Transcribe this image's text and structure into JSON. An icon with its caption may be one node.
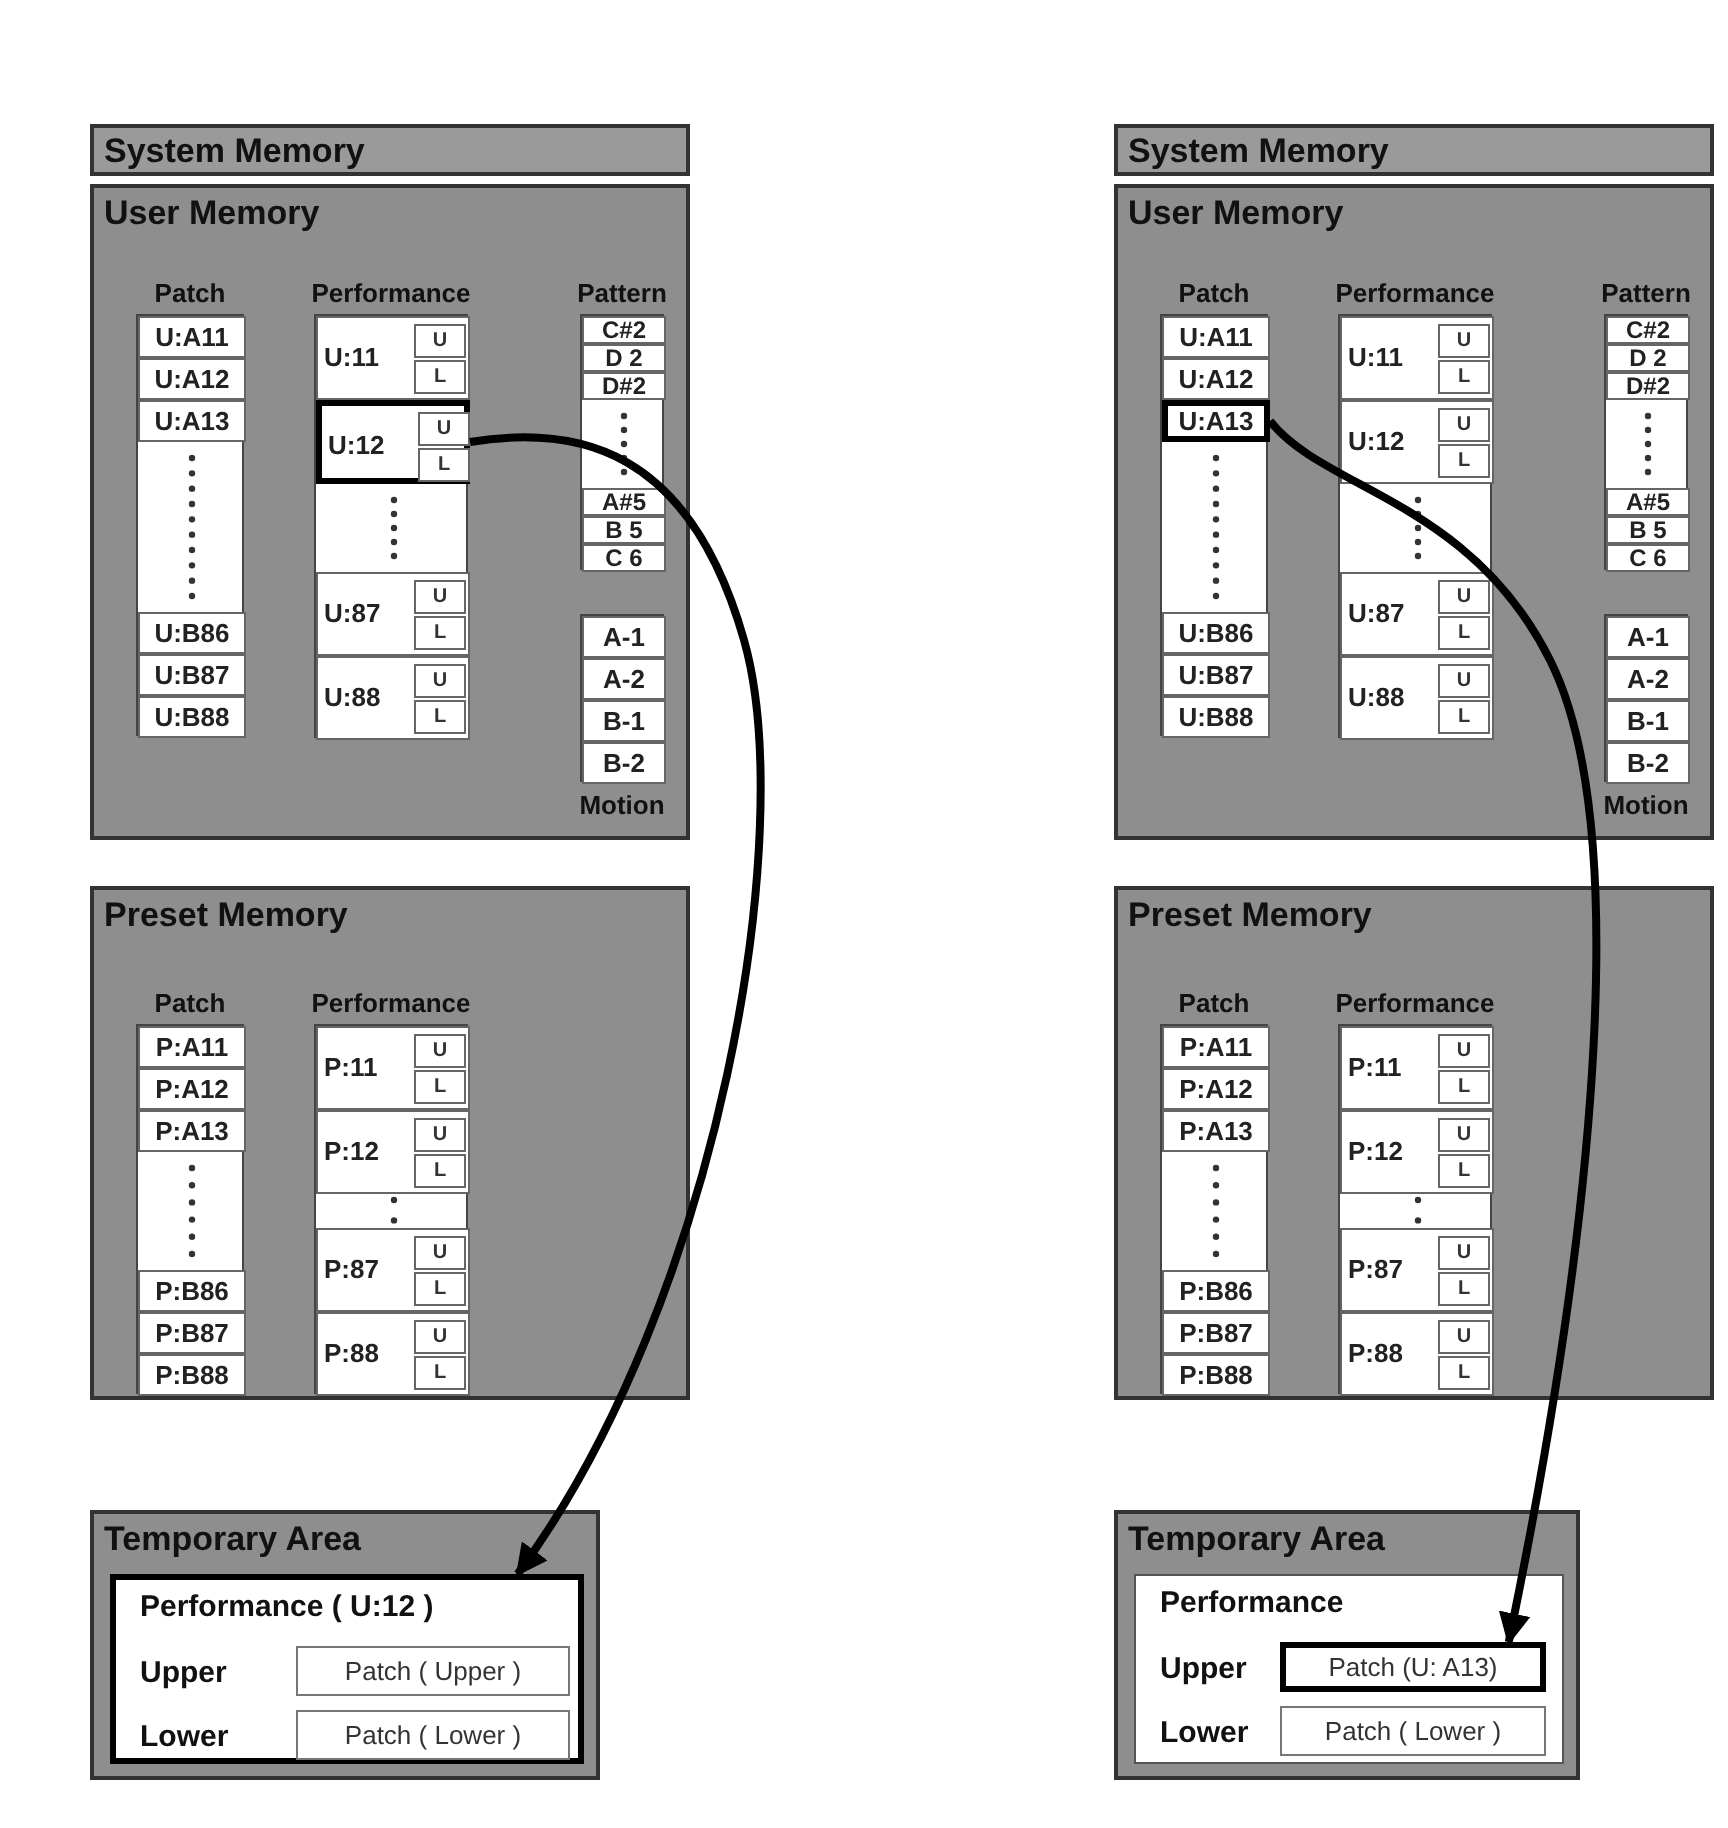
{
  "diagram": {
    "nodes": [
      {
        "text": [
          "System Memory"
        ]
      },
      {
        "text": [
          "User Memory"
        ]
      },
      {
        "text": [
          "Patch"
        ],
        "in": 1
      },
      {
        "text": [
          "U:A11"
        ],
        "in": 2
      },
      {
        "text": [
          "U:A12"
        ],
        "in": 2
      },
      {
        "text": [
          "U:A13"
        ],
        "in": 2
      },
      {
        "text": [
          "U:B86"
        ],
        "in": 2
      },
      {
        "text": [
          "U:B87"
        ],
        "in": 2
      },
      {
        "text": [
          "U:B88"
        ],
        "in": 2
      },
      {
        "text": [
          "Performance"
        ],
        "in": 1
      },
      {
        "text": [
          "U:11"
        ],
        "in": 9
      },
      {
        "text": [
          "U"
        ],
        "in": 10
      },
      {
        "text": [
          "L"
        ],
        "in": 10
      },
      {
        "text": [
          "U:12"
        ],
        "in": 9
      },
      {
        "text": [
          "U"
        ],
        "in": 13
      },
      {
        "text": [
          "L"
        ],
        "in": 13
      },
      {
        "text": [
          "U:87"
        ],
        "in": 9
      },
      {
        "text": [
          "U"
        ],
        "in": 16
      },
      {
        "text": [
          "L"
        ],
        "in": 16
      },
      {
        "text": [
          "U:88"
        ],
        "in": 9
      },
      {
        "text": [
          "U"
        ],
        "in": 19
      },
      {
        "text": [
          "L"
        ],
        "in": 19
      },
      {
        "text": [
          "Pattern"
        ],
        "in": 1
      },
      {
        "text": [
          "C#2"
        ],
        "in": 22
      },
      {
        "text": [
          "D 2"
        ],
        "in": 22
      },
      {
        "text": [
          "D#2"
        ],
        "in": 22
      },
      {
        "text": [
          "A#5"
        ],
        "in": 22
      },
      {
        "text": [
          "B 5"
        ],
        "in": 22
      },
      {
        "text": [
          "C 6"
        ],
        "in": 22
      },
      {
        "text": [
          "Motion"
        ],
        "in": 1
      },
      {
        "text": [
          "A-1"
        ],
        "in": 29
      },
      {
        "text": [
          "A-2"
        ],
        "in": 29
      },
      {
        "text": [
          "B-1"
        ],
        "in": 29
      },
      {
        "text": [
          "B-2"
        ],
        "in": 29
      },
      {
        "text": [
          "Preset Memory"
        ]
      },
      {
        "text": [
          "Patch"
        ],
        "in": 34
      },
      {
        "text": [
          "P:A11"
        ],
        "in": 35
      },
      {
        "text": [
          "P:A12"
        ],
        "in": 35
      },
      {
        "text": [
          "P:A13"
        ],
        "in": 35
      },
      {
        "text": [
          "P:B86"
        ],
        "in": 35
      },
      {
        "text": [
          "P:B87"
        ],
        "in": 35
      },
      {
        "text": [
          "P:B88"
        ],
        "in": 35
      },
      {
        "text": [
          "Performance"
        ],
        "in": 34
      },
      {
        "text": [
          "P:11"
        ],
        "in": 42
      },
      {
        "text": [
          "U"
        ],
        "in": 43
      },
      {
        "text": [
          "L"
        ],
        "in": 43
      },
      {
        "text": [
          "P:12"
        ],
        "in": 42
      },
      {
        "text": [
          "U"
        ],
        "in": 46
      },
      {
        "text": [
          "L"
        ],
        "in": 46
      },
      {
        "text": [
          "P:87"
        ],
        "in": 42
      },
      {
        "text": [
          "U"
        ],
        "in": 49
      },
      {
        "text": [
          "L"
        ],
        "in": 49
      },
      {
        "text": [
          "P:88"
        ],
        "in": 42
      },
      {
        "text": [
          "U"
        ],
        "in": 52
      },
      {
        "text": [
          "L"
        ],
        "in": 52
      },
      {
        "text": [
          "Temporary Area"
        ]
      },
      {
        "text": [
          "Performance ( U:12 )"
        ],
        "in": 55
      },
      {
        "text": [
          "Patch ( Upper )"
        ],
        "in": 56,
        "beside": [
          "Upper"
        ]
      },
      {
        "text": [
          "Patch ( Lower )"
        ],
        "in": 56,
        "beside": [
          "Lower"
        ]
      },
      {
        "text": [
          "System Memory"
        ]
      },
      {
        "text": [
          "User Memory"
        ]
      },
      {
        "text": [
          "Patch"
        ],
        "in": 60
      },
      {
        "text": [
          "U:A11"
        ],
        "in": 61
      },
      {
        "text": [
          "U:A12"
        ],
        "in": 61
      },
      {
        "text": [
          "U:A13"
        ],
        "in": 61
      },
      {
        "text": [
          "U:B86"
        ],
        "in": 61
      },
      {
        "text": [
          "U:B87"
        ],
        "in": 61
      },
      {
        "text": [
          "U:B88"
        ],
        "in": 61
      },
      {
        "text": [
          "Performance"
        ],
        "in": 60
      },
      {
        "text": [
          "U:11"
        ],
        "in": 68
      },
      {
        "text": [
          "U"
        ],
        "in": 69
      },
      {
        "text": [
          "L"
        ],
        "in": 69
      },
      {
        "text": [
          "U:12"
        ],
        "in": 68
      },
      {
        "text": [
          "U"
        ],
        "in": 72
      },
      {
        "text": [
          "L"
        ],
        "in": 72
      },
      {
        "text": [
          "U:87"
        ],
        "in": 68
      },
      {
        "text": [
          "U"
        ],
        "in": 75
      },
      {
        "text": [
          "L"
        ],
        "in": 75
      },
      {
        "text": [
          "U:88"
        ],
        "in": 68
      },
      {
        "text": [
          "U"
        ],
        "in": 78
      },
      {
        "text": [
          "L"
        ],
        "in": 78
      },
      {
        "text": [
          "Pattern"
        ],
        "in": 60
      },
      {
        "text": [
          "C#2"
        ],
        "in": 81
      },
      {
        "text": [
          "D 2"
        ],
        "in": 81
      },
      {
        "text": [
          "D#2"
        ],
        "in": 81
      },
      {
        "text": [
          "A#5"
        ],
        "in": 81
      },
      {
        "text": [
          "B 5"
        ],
        "in": 81
      },
      {
        "text": [
          "C 6"
        ],
        "in": 81
      },
      {
        "text": [
          "Motion"
        ],
        "in": 60
      },
      {
        "text": [
          "A-1"
        ],
        "in": 88
      },
      {
        "text": [
          "A-2"
        ],
        "in": 88
      },
      {
        "text": [
          "B-1"
        ],
        "in": 88
      },
      {
        "text": [
          "B-2"
        ],
        "in": 88
      },
      {
        "text": [
          "Preset Memory"
        ]
      },
      {
        "text": [
          "Patch"
        ],
        "in": 93
      },
      {
        "text": [
          "P:A11"
        ],
        "in": 94
      },
      {
        "text": [
          "P:A12"
        ],
        "in": 94
      },
      {
        "text": [
          "P:A13"
        ],
        "in": 94
      },
      {
        "text": [
          "P:B86"
        ],
        "in": 94
      },
      {
        "text": [
          "P:B87"
        ],
        "in": 94
      },
      {
        "text": [
          "P:B88"
        ],
        "in": 94
      },
      {
        "text": [
          "Performance"
        ],
        "in": 93
      },
      {
        "text": [
          "P:11"
        ],
        "in": 101
      },
      {
        "text": [
          "U"
        ],
        "in": 102
      },
      {
        "text": [
          "L"
        ],
        "in": 102
      },
      {
        "text": [
          "P:12"
        ],
        "in": 101
      },
      {
        "text": [
          "U"
        ],
        "in": 105
      },
      {
        "text": [
          "L"
        ],
        "in": 105
      },
      {
        "text": [
          "P:87"
        ],
        "in": 101
      },
      {
        "text": [
          "U"
        ],
        "in": 108
      },
      {
        "text": [
          "L"
        ],
        "in": 108
      },
      {
        "text": [
          "P:88"
        ],
        "in": 101
      },
      {
        "text": [
          "U"
        ],
        "in": 111
      },
      {
        "text": [
          "L"
        ],
        "in": 111
      },
      {
        "text": [
          "Temporary Area"
        ]
      },
      {
        "text": [
          "Performance"
        ],
        "in": 114
      },
      {
        "text": [
          "Patch (U: A13)"
        ],
        "in": 115,
        "beside": [
          "Upper"
        ]
      },
      {
        "text": [
          "Patch ( Lower )"
        ],
        "in": 115,
        "beside": [
          "Lower"
        ]
      }
    ],
    "edges": [
      {
        "from": 13,
        "to": 56,
        "arrow": "to"
      },
      {
        "from": 64,
        "to": 116,
        "arrow": "to"
      }
    ]
  }
}
